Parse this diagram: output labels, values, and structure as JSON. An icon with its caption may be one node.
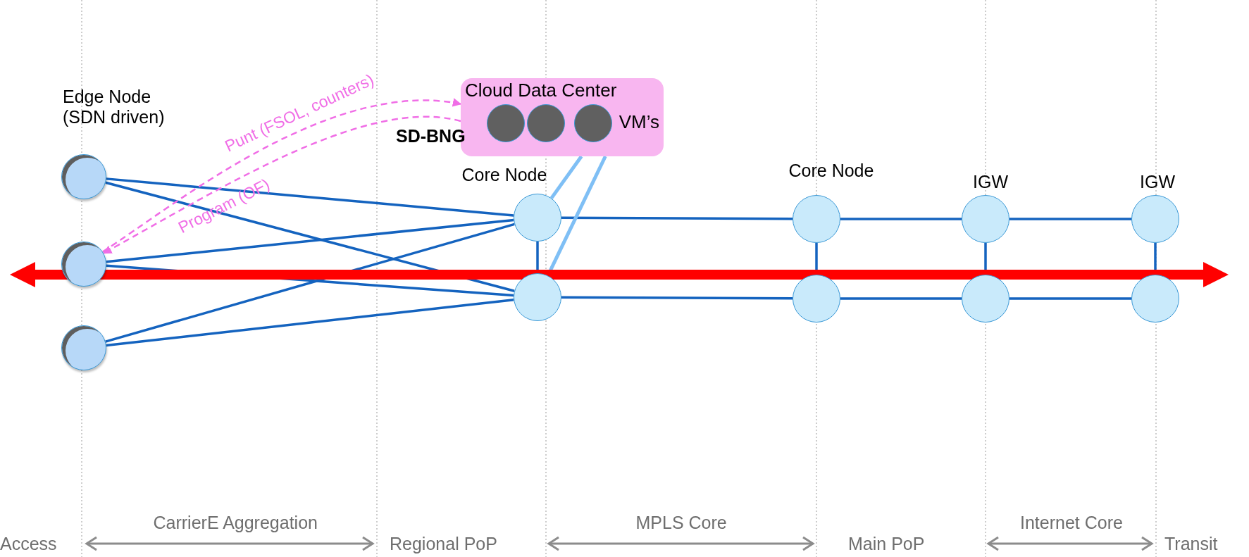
{
  "diagram": {
    "nodes": [
      {
        "text": [
          "Edge Node (SDN driven)"
        ]
      },
      {
        "text": [],
        "shape": "circle"
      },
      {
        "text": [],
        "shape": "circle"
      },
      {
        "text": [
          "Cloud Data Center",
          "VM’s"
        ],
        "beside": [
          "SD-BNG"
        ]
      },
      {
        "text": [],
        "shape": "circle",
        "in": 3
      },
      {
        "text": [],
        "shape": "circle",
        "in": 3
      },
      {
        "text": [],
        "shape": "circle",
        "in": 3
      },
      {
        "text": [
          "Core Node"
        ]
      },
      {
        "text": [],
        "shape": "circle"
      },
      {
        "text": [
          "Core Node"
        ]
      },
      {
        "text": [],
        "shape": "circle"
      },
      {
        "text": [
          "IGW"
        ]
      },
      {
        "text": [],
        "shape": "circle"
      },
      {
        "text": [
          "IGW"
        ]
      },
      {
        "text": [],
        "shape": "circle"
      }
    ],
    "edges": [
      {
        "from": 0,
        "to": 7,
        "arrow": "none"
      },
      {
        "from": 0,
        "to": 8,
        "arrow": "none"
      },
      {
        "from": 1,
        "to": 7,
        "arrow": "none"
      },
      {
        "from": 1,
        "to": 8,
        "arrow": "none"
      },
      {
        "from": 2,
        "to": 7,
        "arrow": "none"
      },
      {
        "from": 2,
        "to": 8,
        "arrow": "none"
      },
      {
        "from": 7,
        "to": 8,
        "arrow": "none"
      },
      {
        "from": 7,
        "to": 9,
        "arrow": "none"
      },
      {
        "from": 8,
        "to": 10,
        "arrow": "none"
      },
      {
        "from": 9,
        "to": 10,
        "arrow": "none"
      },
      {
        "from": 9,
        "to": 11,
        "arrow": "none"
      },
      {
        "from": 10,
        "to": 12,
        "arrow": "none"
      },
      {
        "from": 11,
        "to": 12,
        "arrow": "none"
      },
      {
        "from": 11,
        "to": 13,
        "arrow": "none"
      },
      {
        "from": 12,
        "to": 14,
        "arrow": "none"
      },
      {
        "from": 13,
        "to": 14,
        "arrow": "none"
      },
      {
        "from": 3,
        "to": 7,
        "arrow": "none",
        "color": "#7fbff5"
      },
      {
        "from": 3,
        "to": 8,
        "arrow": "none",
        "color": "#7fbff5"
      },
      {
        "from": 1,
        "to": 3,
        "arrow": "to",
        "label": "Punt (FSOL, counters)",
        "style": "dashed",
        "color": "#f06ee6"
      },
      {
        "from": 3,
        "to": 1,
        "arrow": "to",
        "label": "Program (OF)",
        "style": "dashed",
        "color": "#f06ee6"
      }
    ],
    "labels": [
      "CarrierE Aggregation",
      "MPLS Core",
      "Internet Core",
      "Access",
      "Regional PoP",
      "Main PoP",
      "Transit"
    ]
  }
}
